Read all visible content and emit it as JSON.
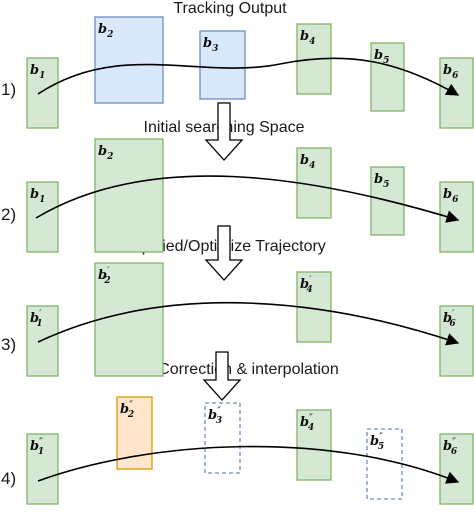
{
  "colors": {
    "green_fill": "#d5e8d4",
    "green_stroke": "#82b366",
    "blue_fill": "#dae8fc",
    "blue_stroke": "#6c8ebf",
    "orange_fill": "#ffe6cc",
    "orange_stroke": "#d79b00",
    "dashed_stroke": "#6c8ebf",
    "line": "#000000"
  },
  "captions": {
    "tracking_output": "Tracking Output",
    "initial_searching_space": "Initial searching Space",
    "simplified_trajectory": "Simplified/Optimize Trajectory",
    "manual_correction": "Manual Correction & interpolation"
  },
  "rows": [
    {
      "label": "1)",
      "boxes": [
        {
          "name": "b",
          "sub": "1",
          "prime": "",
          "style": "green"
        },
        {
          "name": "b",
          "sub": "2",
          "prime": "",
          "style": "blue"
        },
        {
          "name": "b",
          "sub": "3",
          "prime": "",
          "style": "blue"
        },
        {
          "name": "b",
          "sub": "4",
          "prime": "",
          "style": "green"
        },
        {
          "name": "b",
          "sub": "5",
          "prime": "",
          "style": "green"
        },
        {
          "name": "b",
          "sub": "6",
          "prime": "",
          "style": "green"
        }
      ]
    },
    {
      "label": "2)",
      "boxes": [
        {
          "name": "b",
          "sub": "1",
          "prime": "",
          "style": "green"
        },
        {
          "name": "b",
          "sub": "2",
          "prime": "",
          "style": "green"
        },
        {
          "name": "b",
          "sub": "4",
          "prime": "",
          "style": "green"
        },
        {
          "name": "b",
          "sub": "5",
          "prime": "",
          "style": "green"
        },
        {
          "name": "b",
          "sub": "6",
          "prime": "",
          "style": "green"
        }
      ]
    },
    {
      "label": "3)",
      "boxes": [
        {
          "name": "b",
          "sub": "1",
          "prime": "′",
          "style": "green"
        },
        {
          "name": "b",
          "sub": "2",
          "prime": "′",
          "style": "green"
        },
        {
          "name": "b",
          "sub": "4",
          "prime": "′",
          "style": "green"
        },
        {
          "name": "b",
          "sub": "6",
          "prime": "′",
          "style": "green"
        }
      ]
    },
    {
      "label": "4)",
      "boxes": [
        {
          "name": "b",
          "sub": "1",
          "prime": "″",
          "style": "green"
        },
        {
          "name": "b",
          "sub": "2",
          "prime": "″",
          "style": "orange"
        },
        {
          "name": "b",
          "sub": "3",
          "prime": "″",
          "style": "dashed"
        },
        {
          "name": "b",
          "sub": "4",
          "prime": "″",
          "style": "green"
        },
        {
          "name": "b",
          "sub": "5",
          "prime": "″",
          "style": "dashed"
        },
        {
          "name": "b",
          "sub": "6",
          "prime": "″",
          "style": "green"
        }
      ]
    }
  ]
}
